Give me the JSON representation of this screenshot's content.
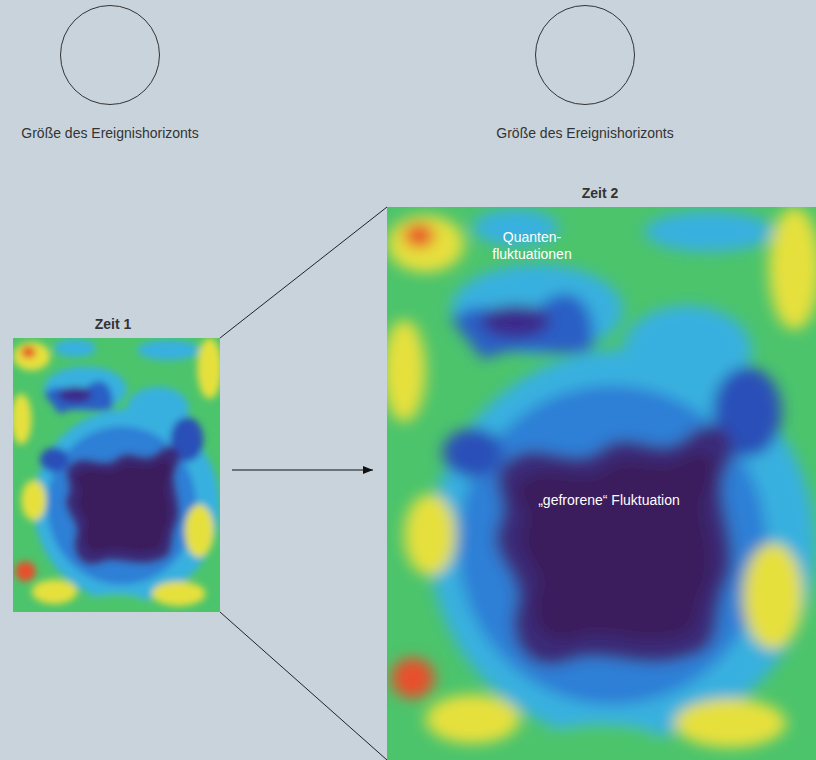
{
  "diagram": {
    "nodes": [
      {
        "text": [
          "Größe des Ereignishorizonts"
        ]
      },
      {
        "text": [
          "Größe des Ereignishorizonts"
        ]
      },
      {
        "text": [
          "Zeit 1"
        ]
      },
      {
        "text": [
          "Zeit 2",
          "Quanten- fluktuationen",
          "„gefrorene“ Fluktuation"
        ]
      }
    ],
    "edges": [
      {
        "from": 2,
        "to": 3,
        "arrow": "to"
      }
    ]
  }
}
